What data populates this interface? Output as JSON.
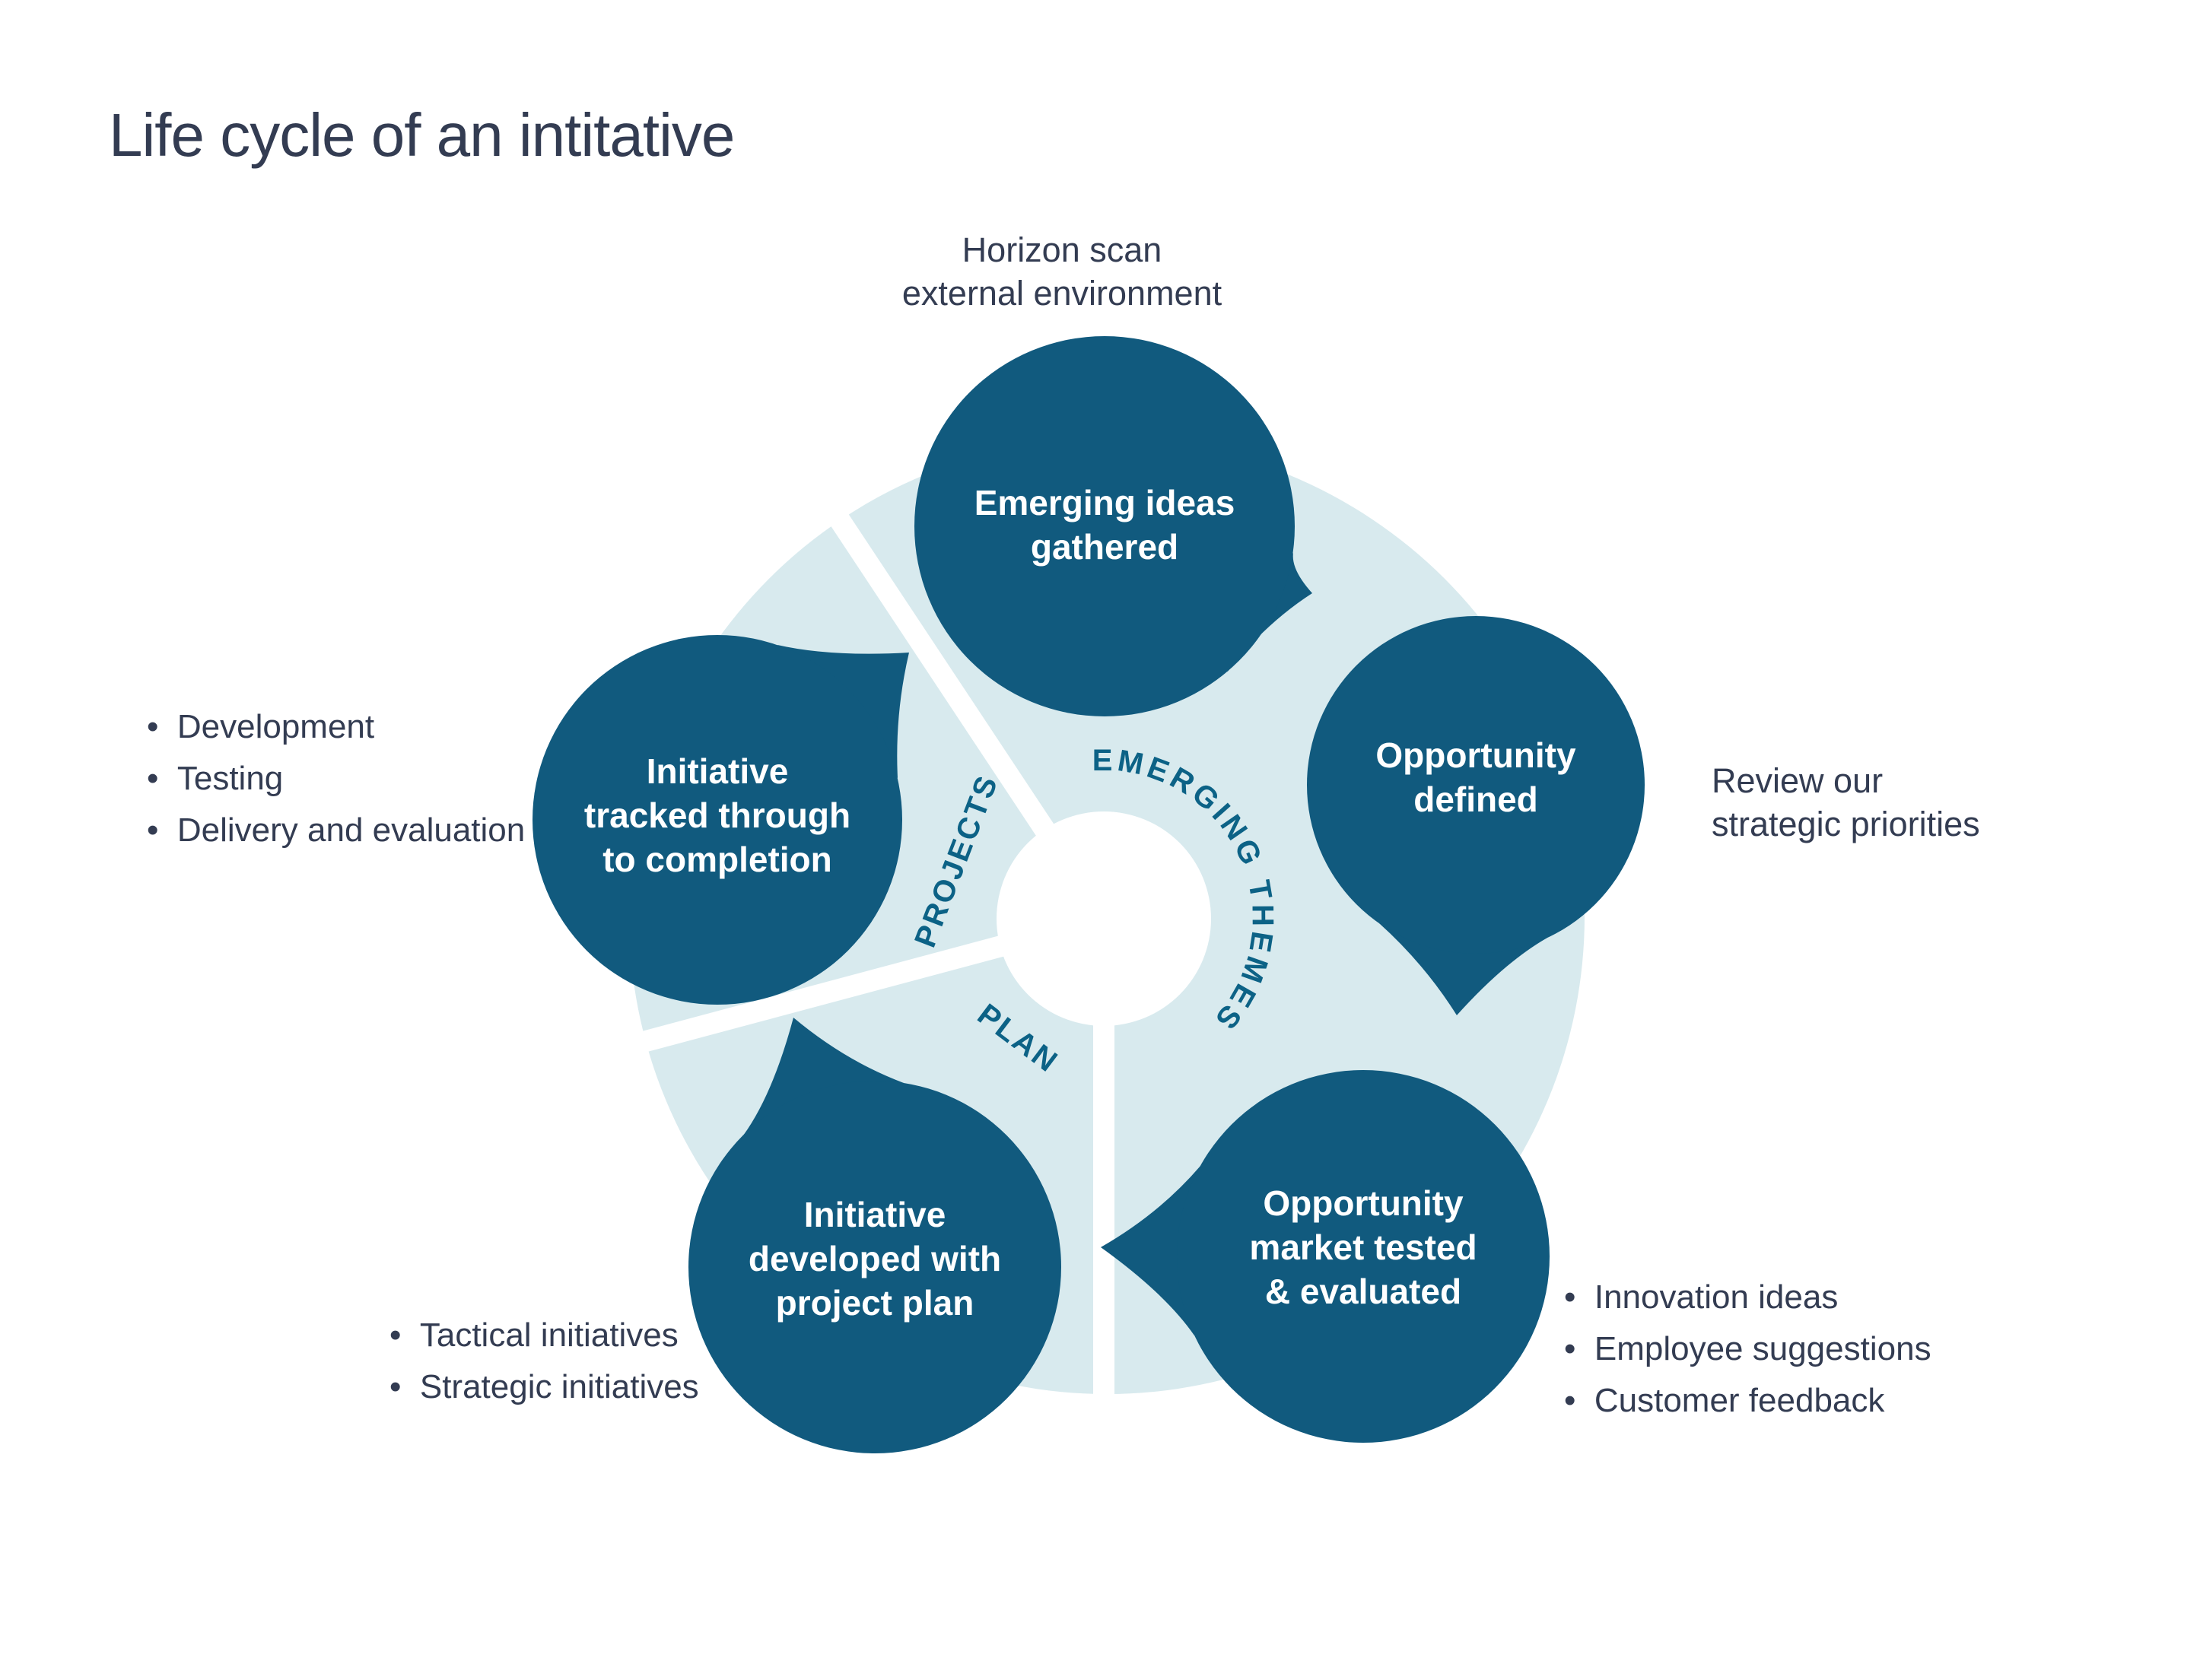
{
  "title": "Life cycle of an intitative",
  "colors": {
    "bubble_blue": "#115A7E",
    "hub_disc": "#D8EAEE",
    "text_navy": "#333C52",
    "ring_label_blue": "#0C6286",
    "bubble_text": "#FFFFFF",
    "background": "#FFFFFF"
  },
  "ring": {
    "emerging_themes": "EMERGING THEMES",
    "projects": "PROJECTS",
    "plan": "PLAN"
  },
  "stages": [
    {
      "id": "emerging-ideas-gathered",
      "lines": [
        "Emerging ideas",
        "gathered"
      ]
    },
    {
      "id": "opportunity-defined",
      "lines": [
        "Opportunity",
        "defined"
      ]
    },
    {
      "id": "opportunity-market-tested",
      "lines": [
        "Opportunity",
        "market tested",
        "& evaluated"
      ]
    },
    {
      "id": "initiative-developed",
      "lines": [
        "Initiative",
        "developed with",
        "project plan"
      ]
    },
    {
      "id": "initiative-tracked",
      "lines": [
        "Initiative",
        "tracked through",
        "to completion"
      ]
    }
  ],
  "annotations": {
    "horizon_scan": {
      "lines": [
        "Horizon scan",
        "external environment"
      ]
    },
    "review_priorities": {
      "lines": [
        "Review our",
        "strategic priorities"
      ]
    },
    "tracked_bullets": [
      "Development",
      "Testing",
      "Delivery and evaluation"
    ],
    "developed_bullets": [
      "Tactical initiatives",
      "Strategic initiatives"
    ],
    "tested_bullets": [
      "Innovation ideas",
      "Employee suggestions",
      "Customer feedback"
    ]
  }
}
